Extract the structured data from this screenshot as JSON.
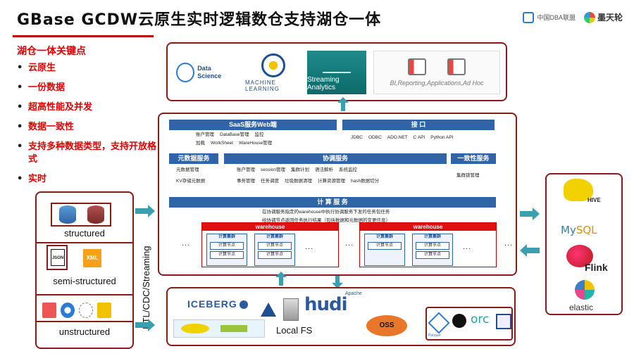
{
  "header": {
    "title": "GBase GCDW云原生实时逻辑数仓支持湖仓一体",
    "logo_left_icon": "dba-alliance-logo",
    "logo_left_text": "中国DBA联盟",
    "logo_right_icon": "gbase-nanjing-logo",
    "logo_right_text": "墨天轮"
  },
  "key_points": {
    "heading": "湖仓一体关键点",
    "bullet": "•",
    "items": [
      "云原生",
      "一份数据",
      "超高性能及并发",
      "数据一致性",
      "支持多种数据类型，支持开放格式",
      "实时"
    ]
  },
  "apps": {
    "data_science": "Data Science",
    "machine_learning": "MACHINE LEARNING",
    "streaming": "Streaming Analytics",
    "bi": "BI,Reporting,Applications,Ad Hoc"
  },
  "core": {
    "saas": {
      "title": "SaaS服务Web端",
      "row1": [
        "账户管理",
        "DataBase管理",
        "监控"
      ],
      "row2": [
        "加载",
        "WorkSheet",
        "WareHouse管理"
      ]
    },
    "api": {
      "title": "接 口",
      "items": [
        "JDBC",
        "ODBC",
        "ADO.NET",
        "C API",
        "Python API"
      ]
    },
    "meta": {
      "title": "元数据服务",
      "items": [
        "元数据管理",
        "KV存储元数据"
      ]
    },
    "coord": {
      "title": "协调服务",
      "row1": [
        "账户管理",
        "session管理",
        "集群计划",
        "语法解析",
        "系统监控"
      ],
      "row2": [
        "事务管理",
        "任务调度",
        "垃圾数据清理",
        "计算资源管理",
        "hash数据切分"
      ]
    },
    "consistency": {
      "title": "一致性服务",
      "items": [
        "集群锁管理"
      ]
    },
    "compute": {
      "title": "计 算 服 务",
      "line1": "在协调服务指定的warehouse中执行协调服务下发的任务包任务",
      "line2": "给协调节点返回任务执行结果（包括数据和元数据的变更信息）",
      "warehouse_label": "warehouse",
      "cluster_label": "计算集群",
      "node_label": "计算节点",
      "ellipsis": "..."
    }
  },
  "storage": {
    "iceberg": "ICEBERG",
    "local_fs": "Local FS",
    "hudi": "hudi",
    "apache": "Apache",
    "oss": "OSS",
    "parquet": "Parquet",
    "orc": "orc"
  },
  "sources": {
    "structured": "structured",
    "semi_structured": "semi-structured",
    "unstructured": "unstructured",
    "json_icon": "JSON",
    "xml_icon": "XML",
    "etl": "ETL/CDC/Streaming"
  },
  "targets": {
    "hive": "HIVE",
    "mysql_a": "My",
    "mysql_b": "SQL",
    "flink": "Flink",
    "elastic": "elastic"
  },
  "colors": {
    "accent_red": "#e00000",
    "frame_red": "#8b1a1a",
    "service_blue": "#2f65a8",
    "arrow_teal": "#3aa0b0"
  }
}
